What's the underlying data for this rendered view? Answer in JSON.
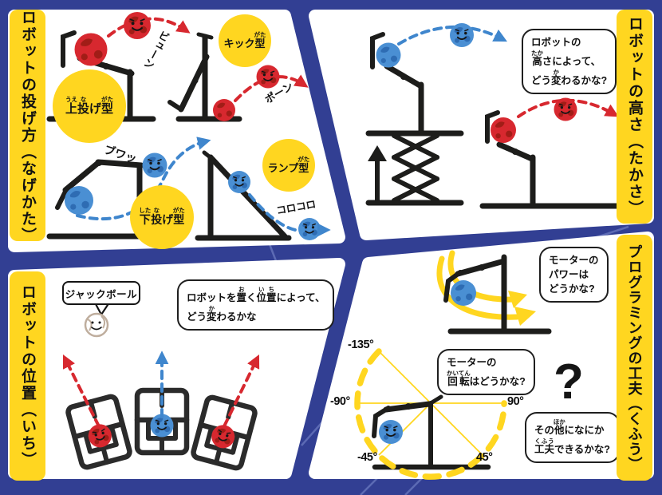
{
  "poster": {
    "banners": {
      "throw": "ロボットの投げ方（なげかた）",
      "height": "ロボットの高さ（たかさ）",
      "position": "ロボットの位置（いち）",
      "programming": "プログラミングの工夫（くふう）"
    },
    "throw": {
      "type_overhand": [
        {
          "t": "上",
          "r": "うえ"
        },
        {
          "t": "投",
          "r": "な"
        },
        {
          "t": "げ"
        },
        {
          "t": "型",
          "r": "がた"
        }
      ],
      "type_kick": [
        {
          "t": "キック"
        },
        {
          "t": "型",
          "r": "がた"
        }
      ],
      "type_underhand": [
        {
          "t": "下",
          "r": "した"
        },
        {
          "t": "投",
          "r": "な"
        },
        {
          "t": "げ"
        },
        {
          "t": "型",
          "r": "がた"
        }
      ],
      "type_ramp": [
        {
          "t": "ランプ"
        },
        {
          "t": "型",
          "r": "がた"
        }
      ],
      "sfx_byuun": "ビューン",
      "sfx_pon": "ポーン",
      "sfx_buwa": "ブワッ",
      "sfx_korokoro": "コロコロ"
    },
    "height": {
      "bubble": [
        [
          {
            "t": "ロボットの"
          }
        ],
        [
          {
            "t": "高",
            "r": "たか"
          },
          {
            "t": "さによって、"
          }
        ],
        [
          {
            "t": "どう"
          },
          {
            "t": "変",
            "r": "か"
          },
          {
            "t": "わるかな?"
          }
        ]
      ]
    },
    "position": {
      "jack_label": "ジャックボール",
      "bubble": [
        [
          {
            "t": "ロボットを"
          },
          {
            "t": "置",
            "r": "お"
          },
          {
            "t": "く"
          },
          {
            "t": "位置",
            "r": "いち"
          },
          {
            "t": "によって、"
          }
        ],
        [
          {
            "t": "どう"
          },
          {
            "t": "変",
            "r": "か"
          },
          {
            "t": "わるかな"
          }
        ]
      ]
    },
    "programming": {
      "bubble_power": [
        [
          {
            "t": "モーターの"
          }
        ],
        [
          {
            "t": "パワーは"
          }
        ],
        [
          {
            "t": "どうかな?"
          }
        ]
      ],
      "bubble_rotation": [
        [
          {
            "t": "モーターの"
          }
        ],
        [
          {
            "t": "回転",
            "r": "かいてん"
          },
          {
            "t": "はどうかな?"
          }
        ]
      ],
      "bubble_other": [
        [
          {
            "t": "その"
          },
          {
            "t": "他",
            "r": "ほか"
          },
          {
            "t": "になにか"
          }
        ],
        [
          {
            "t": "工夫",
            "r": "くふう"
          },
          {
            "t": "できるかな?"
          }
        ]
      ],
      "question_mark": "?",
      "angles": {
        "m135": "-135°",
        "m90": "-90°",
        "m45": "-45°",
        "p45": "45°",
        "p90": "90°"
      }
    },
    "colors": {
      "background": "#323f93",
      "accent_yellow": "#ffd620",
      "ball_red": "#d7282f",
      "ball_blue": "#4a8fd3",
      "arrow_blue": "#3f86cd",
      "ink": "#1d1d1b"
    }
  }
}
